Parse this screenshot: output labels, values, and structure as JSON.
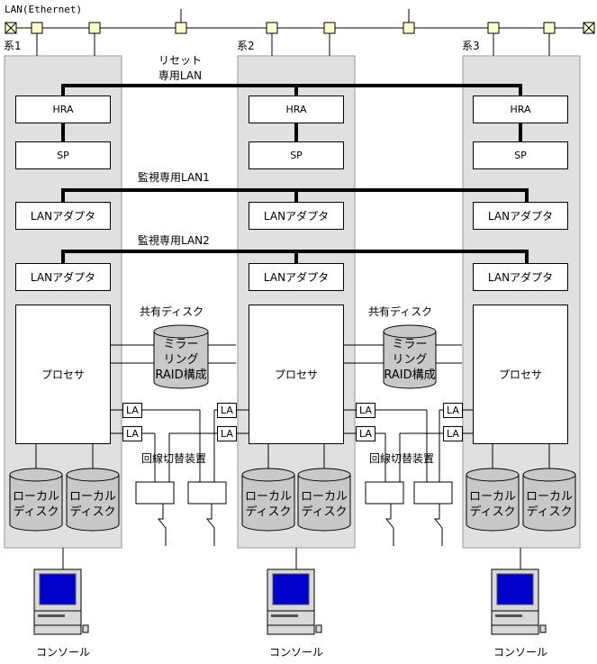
{
  "lan": {
    "label": "LAN(Ethernet)"
  },
  "systems": [
    {
      "label": "系1",
      "hra": "HRA",
      "sp": "SP",
      "lan_adapter1": "LANアダプタ",
      "lan_adapter2": "LANアダプタ",
      "processor": "プロセサ",
      "local_disk_left": [
        "ローカル",
        "ディスク"
      ],
      "local_disk_right": [
        "ローカル",
        "ディスク"
      ],
      "console": "コンソール"
    },
    {
      "label": "系2",
      "hra": "HRA",
      "sp": "SP",
      "lan_adapter1": "LANアダプタ",
      "lan_adapter2": "LANアダプタ",
      "processor": "プロセサ",
      "local_disk_left": [
        "ローカル",
        "ディスク"
      ],
      "local_disk_right": [
        "ローカル",
        "ディスク"
      ],
      "console": "コンソール"
    },
    {
      "label": "系3",
      "hra": "HRA",
      "sp": "SP",
      "lan_adapter1": "LANアダプタ",
      "lan_adapter2": "LANアダプタ",
      "processor": "プロセサ",
      "local_disk_left": [
        "ローカル",
        "ディスク"
      ],
      "local_disk_right": [
        "ローカル",
        "ディスク"
      ],
      "console": "コンソール"
    }
  ],
  "networks": {
    "reset_lan": [
      "リセット",
      "専用LAN"
    ],
    "monitor_lan1": "監視専用LAN1",
    "monitor_lan2": "監視専用LAN2"
  },
  "shared_disks": [
    {
      "label": "共有ディスク",
      "text": [
        "ミラー",
        "リング",
        "RAID構成"
      ]
    },
    {
      "label": "共有ディスク",
      "text": [
        "ミラー",
        "リング",
        "RAID構成"
      ]
    }
  ],
  "line_adapter_label": "LA",
  "line_switch_groups": [
    {
      "label": "回線切替装置"
    },
    {
      "label": "回線切替装置"
    }
  ],
  "colors": {
    "system_fill": "#e0e0e0",
    "system_border": "#999999",
    "lan_node_fill": "#ffffcc",
    "disk_fill": "#c8c8c8",
    "monitor_screen": "#0000cc",
    "console_body": "#d8d8d8"
  }
}
